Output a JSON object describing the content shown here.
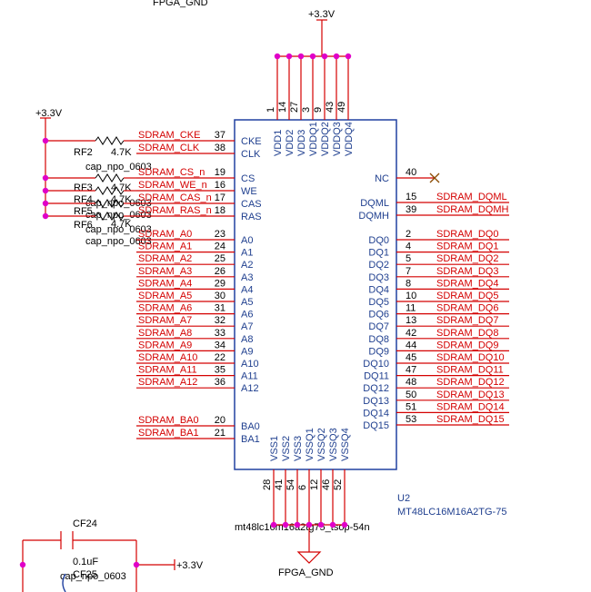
{
  "top_label": "FPGA_GND",
  "bottom_label": "FPGA_GND",
  "vcc": "+3.3V",
  "ic": {
    "ref": "U2",
    "part": "MT48LC16M16A2TG-75",
    "footprint": "mt48lc16m16a2tg75_tsop-54n"
  },
  "top_pins": [
    {
      "num": "1",
      "name": "VDD1"
    },
    {
      "num": "14",
      "name": "VDD2"
    },
    {
      "num": "27",
      "name": "VDD3"
    },
    {
      "num": "3",
      "name": "VDDQ1"
    },
    {
      "num": "9",
      "name": "VDDQ2"
    },
    {
      "num": "43",
      "name": "VDDQ3"
    },
    {
      "num": "49",
      "name": "VDDQ4"
    }
  ],
  "bottom_pins": [
    {
      "num": "28",
      "name": "VSS1"
    },
    {
      "num": "41",
      "name": "VSS2"
    },
    {
      "num": "54",
      "name": "VSS3"
    },
    {
      "num": "6",
      "name": "VSSQ1"
    },
    {
      "num": "12",
      "name": "VSSQ2"
    },
    {
      "num": "46",
      "name": "VSSQ3"
    },
    {
      "num": "52",
      "name": "VSSQ4"
    }
  ],
  "left_ctrl": [
    {
      "net": "SDRAM_CKE",
      "num": "37",
      "name": "CKE"
    },
    {
      "net": "SDRAM_CLK",
      "num": "38",
      "name": "CLK"
    },
    {
      "net": "SDRAM_CS_n",
      "num": "19",
      "name": "CS"
    },
    {
      "net": "SDRAM_WE_n",
      "num": "16",
      "name": "WE"
    },
    {
      "net": "SDRAM_CAS_n",
      "num": "17",
      "name": "CAS"
    },
    {
      "net": "SDRAM_RAS_n",
      "num": "18",
      "name": "RAS"
    }
  ],
  "left_addr": [
    {
      "net": "SDRAM_A0",
      "num": "23",
      "name": "A0"
    },
    {
      "net": "SDRAM_A1",
      "num": "24",
      "name": "A1"
    },
    {
      "net": "SDRAM_A2",
      "num": "25",
      "name": "A2"
    },
    {
      "net": "SDRAM_A3",
      "num": "26",
      "name": "A3"
    },
    {
      "net": "SDRAM_A4",
      "num": "29",
      "name": "A4"
    },
    {
      "net": "SDRAM_A5",
      "num": "30",
      "name": "A5"
    },
    {
      "net": "SDRAM_A6",
      "num": "31",
      "name": "A6"
    },
    {
      "net": "SDRAM_A7",
      "num": "32",
      "name": "A7"
    },
    {
      "net": "SDRAM_A8",
      "num": "33",
      "name": "A8"
    },
    {
      "net": "SDRAM_A9",
      "num": "34",
      "name": "A9"
    },
    {
      "net": "SDRAM_A10",
      "num": "22",
      "name": "A10"
    },
    {
      "net": "SDRAM_A11",
      "num": "35",
      "name": "A11"
    },
    {
      "net": "SDRAM_A12",
      "num": "36",
      "name": "A12"
    }
  ],
  "left_ba": [
    {
      "net": "SDRAM_BA0",
      "num": "20",
      "name": "BA0"
    },
    {
      "net": "SDRAM_BA1",
      "num": "21",
      "name": "BA1"
    }
  ],
  "right_nc": {
    "num": "40",
    "name": "NC"
  },
  "right_dqm": [
    {
      "net": "SDRAM_DQML",
      "num": "15",
      "name": "DQML"
    },
    {
      "net": "SDRAM_DQMH",
      "num": "39",
      "name": "DQMH"
    }
  ],
  "right_dq": [
    {
      "net": "SDRAM_DQ0",
      "num": "2",
      "name": "DQ0"
    },
    {
      "net": "SDRAM_DQ1",
      "num": "4",
      "name": "DQ1"
    },
    {
      "net": "SDRAM_DQ2",
      "num": "5",
      "name": "DQ2"
    },
    {
      "net": "SDRAM_DQ3",
      "num": "7",
      "name": "DQ3"
    },
    {
      "net": "SDRAM_DQ4",
      "num": "8",
      "name": "DQ4"
    },
    {
      "net": "SDRAM_DQ5",
      "num": "10",
      "name": "DQ5"
    },
    {
      "net": "SDRAM_DQ6",
      "num": "11",
      "name": "DQ6"
    },
    {
      "net": "SDRAM_DQ7",
      "num": "13",
      "name": "DQ7"
    },
    {
      "net": "SDRAM_DQ8",
      "num": "42",
      "name": "DQ8"
    },
    {
      "net": "SDRAM_DQ9",
      "num": "44",
      "name": "DQ9"
    },
    {
      "net": "SDRAM_DQ10",
      "num": "45",
      "name": "DQ10"
    },
    {
      "net": "SDRAM_DQ11",
      "num": "47",
      "name": "DQ11"
    },
    {
      "net": "SDRAM_DQ12",
      "num": "48",
      "name": "DQ12"
    },
    {
      "net": "SDRAM_DQ13",
      "num": "50",
      "name": "DQ13"
    },
    {
      "net": "SDRAM_DQ14",
      "num": "51",
      "name": "DQ14"
    },
    {
      "net": "SDRAM_DQ15",
      "num": "53",
      "name": "DQ15"
    }
  ],
  "resistors": [
    {
      "ref": "RF2",
      "value": "4.7K",
      "footprint": "cap_npo_0603"
    },
    {
      "ref": "RF3",
      "value": "4.7K",
      "footprint": "cap_npo_0603"
    },
    {
      "ref": "RF4",
      "value": "4.7K",
      "footprint": "cap_npo_0603"
    },
    {
      "ref": "RF5",
      "value": "4.7K",
      "footprint": "cap_npo_0603"
    },
    {
      "ref": "RF6",
      "value": "4.7K",
      "footprint": "cap_npo_0603"
    }
  ],
  "capacitors": [
    {
      "ref": "CF24",
      "value": "0.1uF",
      "footprint": "cap_npo_0603"
    },
    {
      "ref": "CF25",
      "value": "",
      "footprint": ""
    }
  ],
  "colors": {
    "wire": "#d40000",
    "body": "#2040a0",
    "pin_name": "#1f3f8f",
    "net": "#d40000",
    "junction": "#e000c8"
  }
}
